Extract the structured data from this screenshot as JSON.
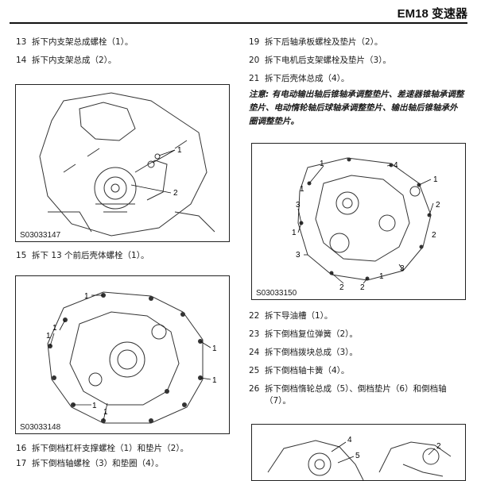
{
  "header": {
    "title": "EM18 变速器"
  },
  "steps_left_top": [
    {
      "num": "13",
      "text": "拆下内支架总成螺栓（1）。"
    },
    {
      "num": "14",
      "text": "拆下内支架总成（2）。"
    }
  ],
  "step_15": {
    "num": "15",
    "text": "拆下 13 个前后壳体螺栓（1）。"
  },
  "steps_left_bottom": [
    {
      "num": "16",
      "text": "拆下倒档杠杆支撑螺栓（1）和垫片（2）。"
    },
    {
      "num": "17",
      "text": "拆下倒档轴螺栓（3）和垫圈（4）。"
    }
  ],
  "steps_right_top": [
    {
      "num": "19",
      "text": "拆下后轴承板螺栓及垫片（2）。"
    },
    {
      "num": "20",
      "text": "拆下电机后支架螺栓及垫片（3）。"
    },
    {
      "num": "21",
      "text": "拆下后壳体总成（4）。"
    }
  ],
  "note": "注意: 有电动输出轴后锥轴承调整垫片、差速器锥轴承调整垫片、电动惰轮轴后球轴承调整垫片、输出轴后锥轴承外圈调整垫片。",
  "steps_right_bottom": [
    {
      "num": "22",
      "text": "拆下导油槽（1）。"
    },
    {
      "num": "23",
      "text": "拆下倒档复位弹簧（2）。"
    },
    {
      "num": "24",
      "text": "拆下倒档拨块总成（3）。"
    },
    {
      "num": "25",
      "text": "拆下倒档轴卡簧（4）。"
    },
    {
      "num": "26",
      "text": "拆下倒档惰轮总成（5）、倒档垫片（6）和倒档轴（7）。"
    }
  ],
  "figures": {
    "fig1": {
      "id": "S03033147",
      "callouts": [
        "1",
        "2"
      ]
    },
    "fig2": {
      "id": "S03033148",
      "callouts": [
        "1",
        "1",
        "1",
        "1",
        "1",
        "1",
        "1"
      ]
    },
    "fig3": {
      "id": "S03033150",
      "callouts": [
        "1",
        "4",
        "1",
        "2",
        "3",
        "1",
        "1",
        "3",
        "2",
        "2",
        "1",
        "3",
        "2"
      ]
    },
    "fig4": {
      "callouts": [
        "4",
        "5",
        "2"
      ]
    }
  }
}
